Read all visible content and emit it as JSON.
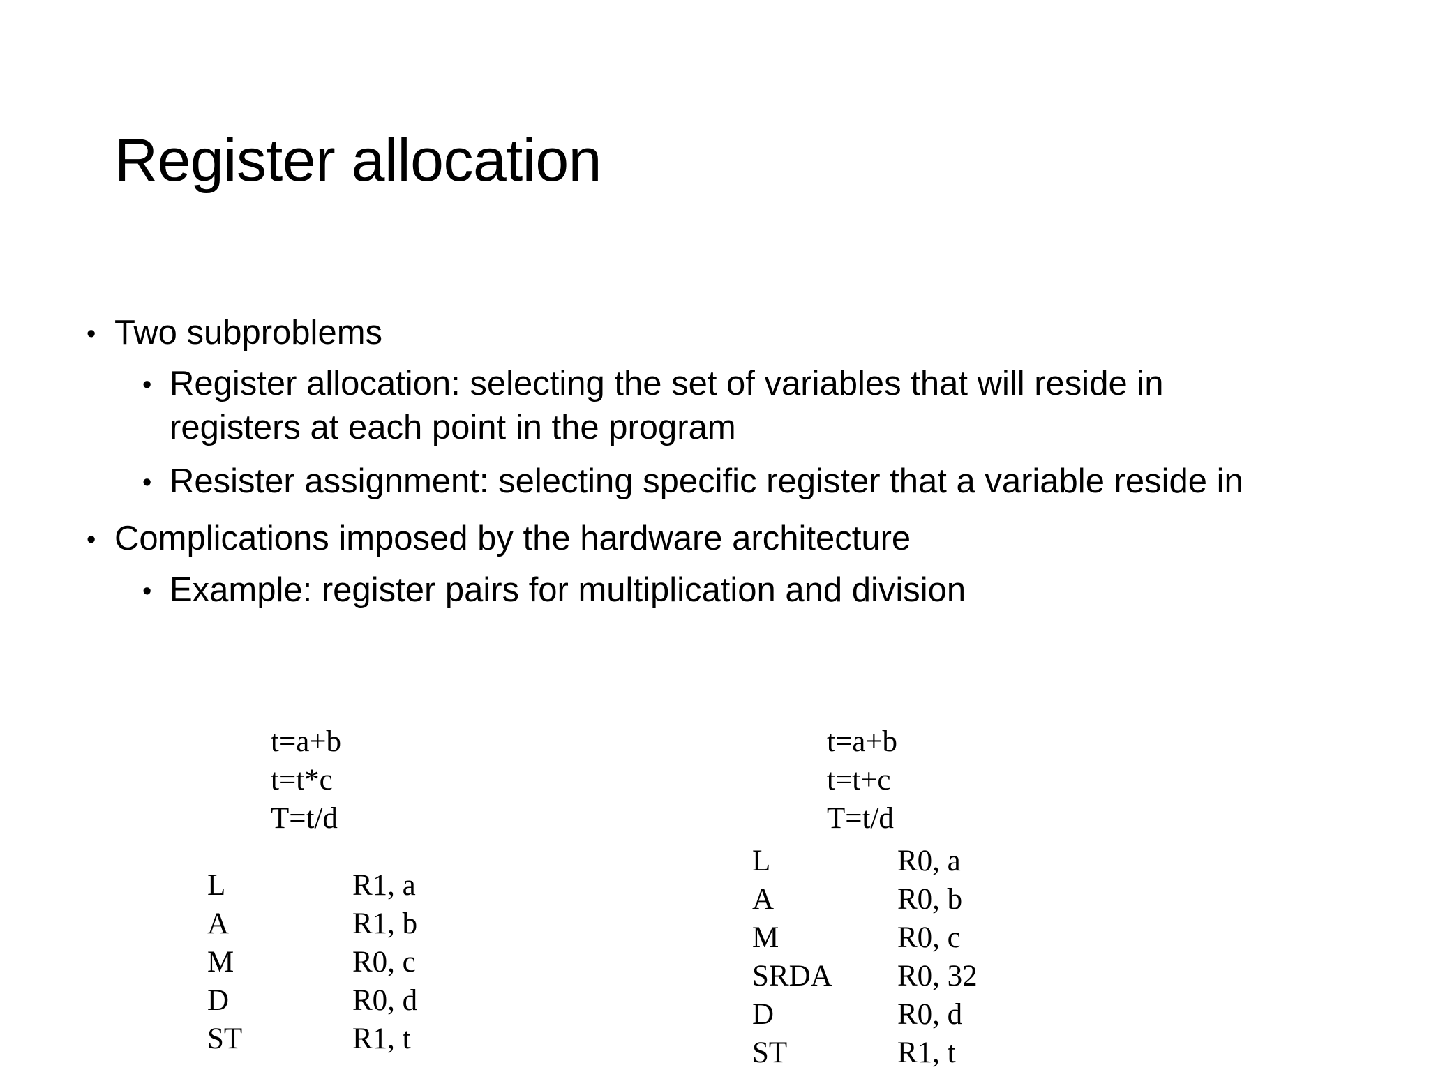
{
  "slide": {
    "title": "Register allocation",
    "bullets": [
      {
        "level": 1,
        "text": "Two subproblems"
      },
      {
        "level": 2,
        "text": "Register allocation: selecting the set of variables that will reside in"
      },
      {
        "level": 2,
        "text": "registers at each point in the program",
        "continuation": true
      },
      {
        "level": 2,
        "text": "Resister assignment: selecting specific register that a variable reside in"
      },
      {
        "level": 1,
        "text": "Complications imposed by the hardware architecture"
      },
      {
        "level": 2,
        "text": "Example: register pairs for multiplication and division"
      }
    ],
    "bullet_glyph": "•"
  },
  "left_example": {
    "source": [
      "t=a+b",
      "t=t*c",
      "T=t/d"
    ],
    "asm": [
      {
        "op": "L",
        "args": "R1, a"
      },
      {
        "op": "A",
        "args": "R1, b"
      },
      {
        "op": "M",
        "args": "R0, c"
      },
      {
        "op": "D",
        "args": "R0, d"
      },
      {
        "op": "ST",
        "args": "R1, t"
      }
    ]
  },
  "right_example": {
    "source": [
      "t=a+b",
      "t=t+c",
      "T=t/d"
    ],
    "asm": [
      {
        "op": "L",
        "args": "R0, a"
      },
      {
        "op": "A",
        "args": "R0, b"
      },
      {
        "op": "M",
        "args": "R0, c"
      },
      {
        "op": "SRDA",
        "args": "R0, 32"
      },
      {
        "op": "D",
        "args": "R0, d"
      },
      {
        "op": "ST",
        "args": "R1, t"
      }
    ]
  }
}
